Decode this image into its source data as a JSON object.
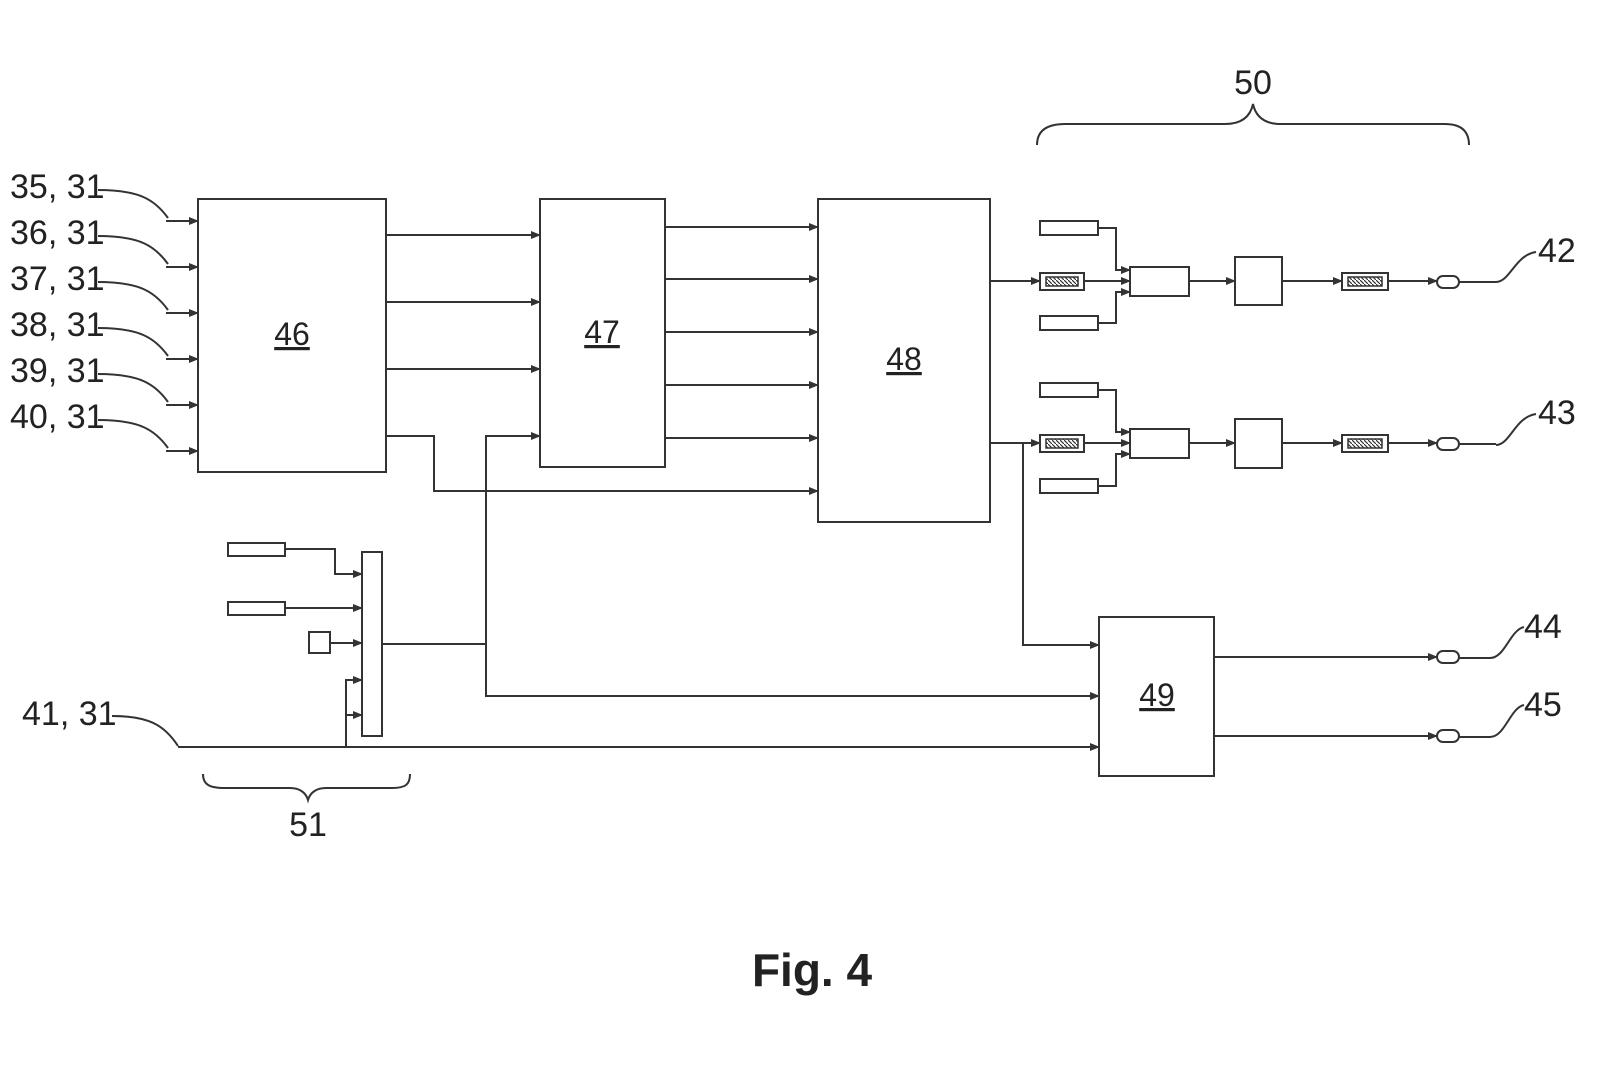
{
  "figure": {
    "caption": "Fig. 4"
  },
  "blocks": {
    "b46": "46",
    "b47": "47",
    "b48": "48",
    "b49": "49"
  },
  "inputs": [
    "35, 31",
    "36, 31",
    "37, 31",
    "38, 31",
    "39, 31",
    "40, 31",
    "41, 31"
  ],
  "outputs": [
    "42",
    "43",
    "44",
    "45"
  ],
  "groups": {
    "g50": "50",
    "g51": "51"
  }
}
